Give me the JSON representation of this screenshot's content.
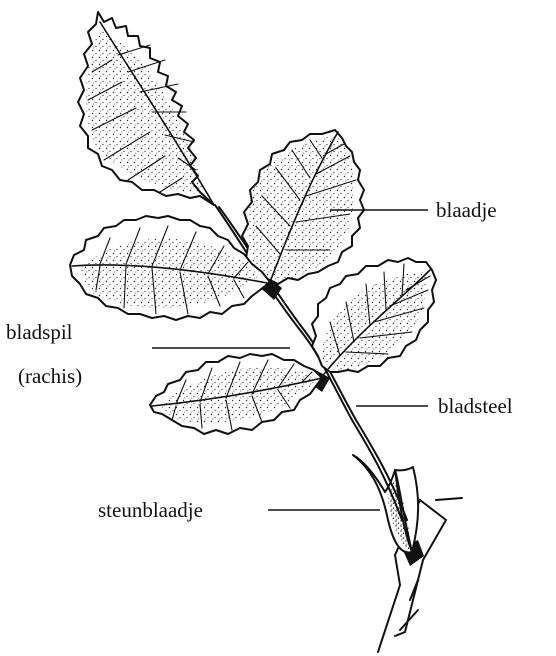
{
  "labels": {
    "leaflet": "blaadje",
    "rachis_line1": "bladspil",
    "rachis_line2": "(rachis)",
    "petiole": "bladsteel",
    "stipule": "steunblaadje"
  },
  "style": {
    "ink": "#111111",
    "paper": "#ffffff"
  }
}
